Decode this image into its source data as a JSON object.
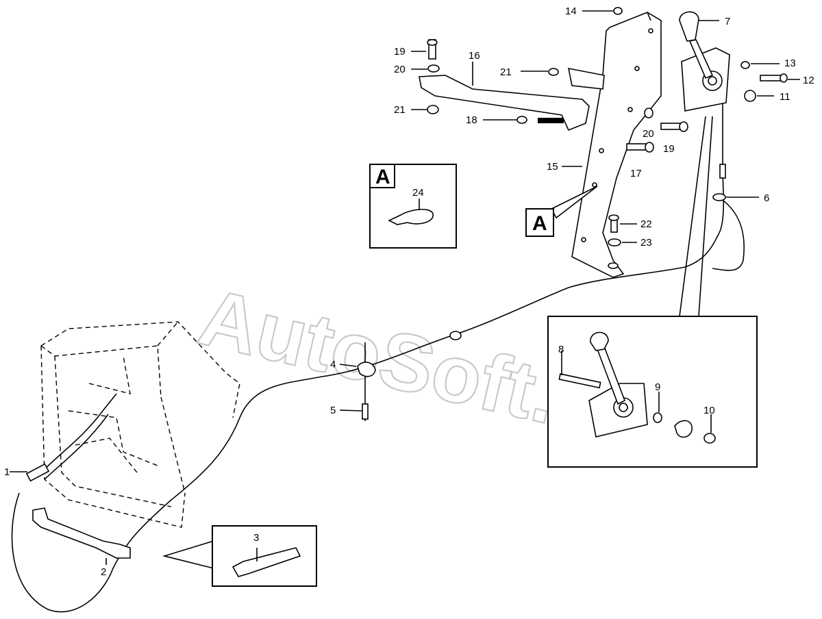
{
  "watermark": "AutoSoft.ru",
  "detail_label": "A",
  "callouts": {
    "c1": "1",
    "c2": "2",
    "c3": "3",
    "c4": "4",
    "c5": "5",
    "c6": "6",
    "c7": "7",
    "c8": "8",
    "c9": "9",
    "c10": "10",
    "c11": "11",
    "c12": "12",
    "c13": "13",
    "c14": "14",
    "c15": "15",
    "c16": "16",
    "c17": "17",
    "c18": "18",
    "c19a": "19",
    "c19b": "19",
    "c20a": "20",
    "c20b": "20",
    "c21a": "21",
    "c21b": "21",
    "c22": "22",
    "c23": "23",
    "c24": "24"
  }
}
